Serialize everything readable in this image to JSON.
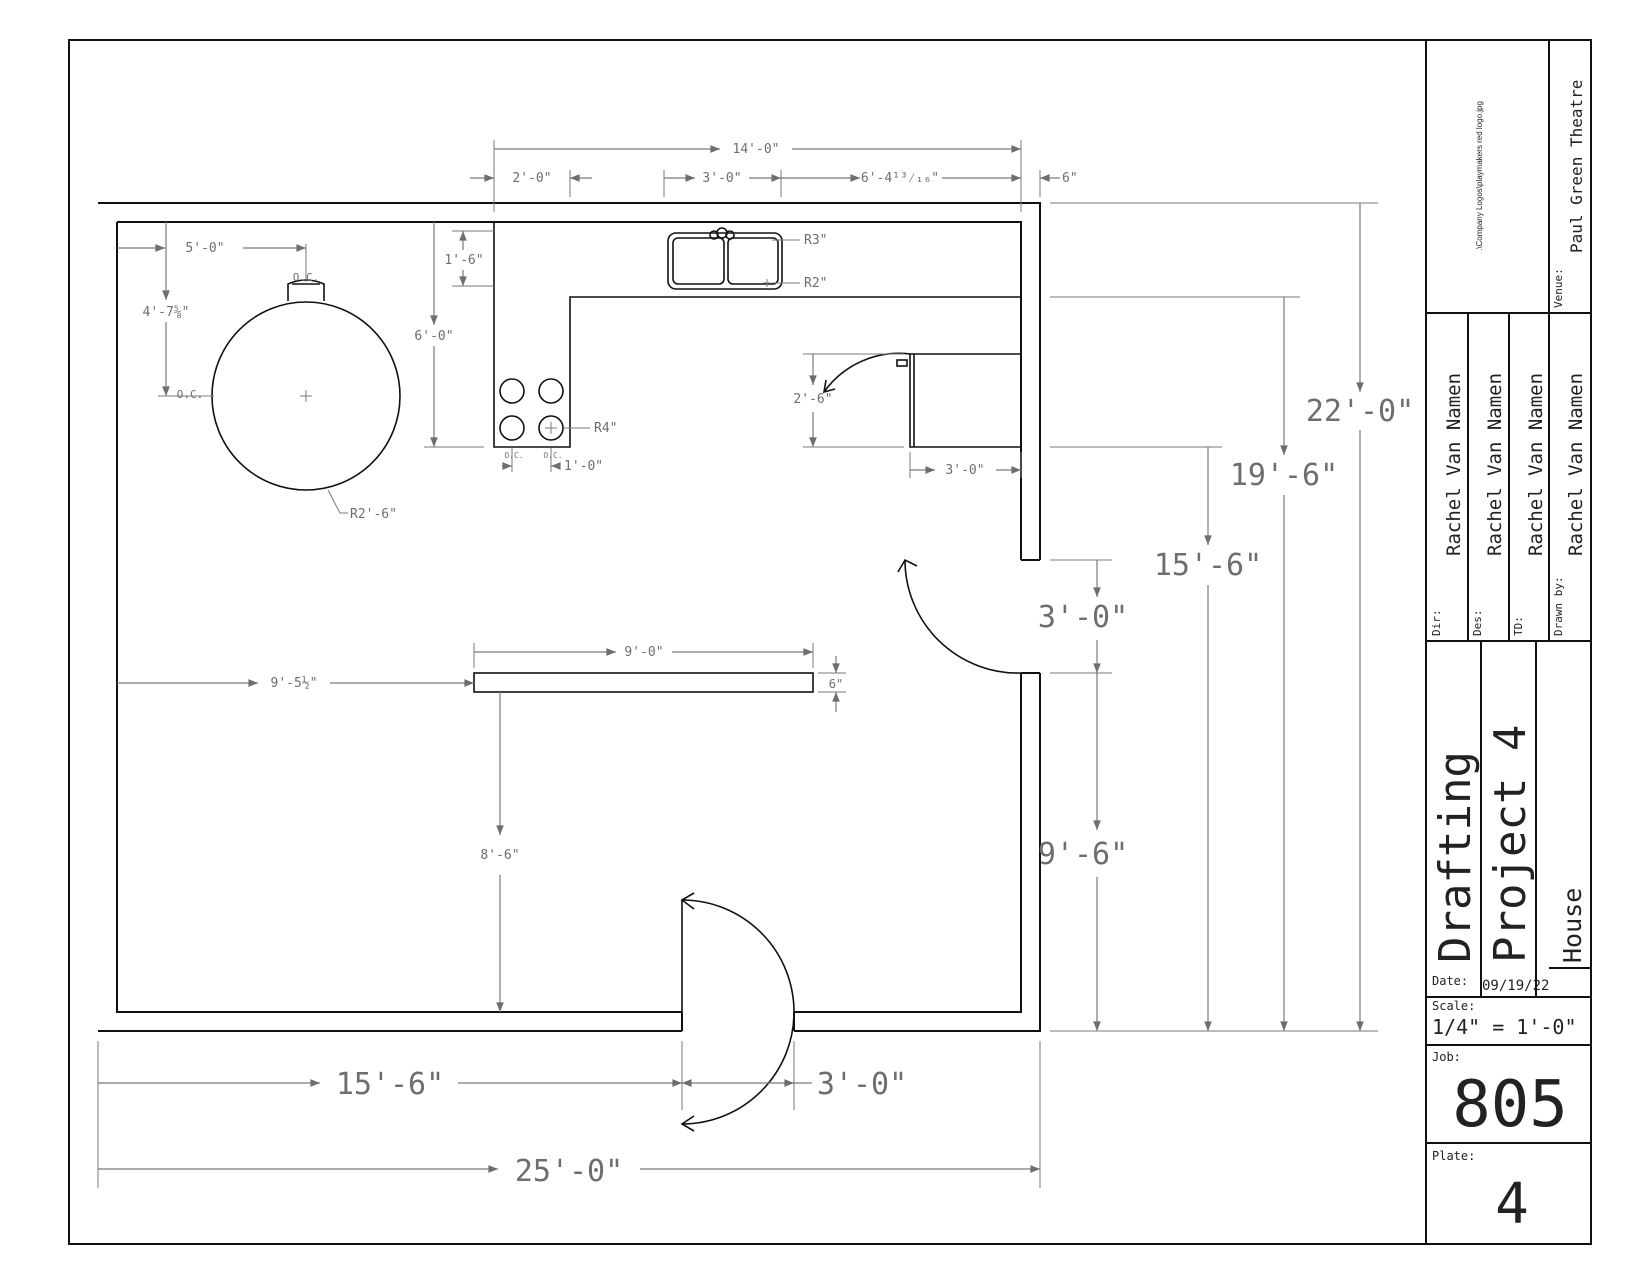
{
  "dimensions": {
    "overall_width": "25'-0\"",
    "left_wall_to_door": "15'-6\"",
    "bottom_door_width": "3'-0\"",
    "top_overall": "14'-0\"",
    "top_left_counter": "2'-0\"",
    "top_sink_offset": "3'-0\"",
    "top_sink_to_wall": "6'-4¹³⁄₁₆\"",
    "wall_thickness": "6\"",
    "height_total": "22'-0\"",
    "height_counter": "19'-6\"",
    "height_to_cabinet": "15'-6\"",
    "side_door_width": "3'-0\"",
    "side_door_to_floor": "9'-6\"",
    "counter_depth": "1'-6\"",
    "counter_leg": "6'-0\"",
    "table_offset_x": "5'-0\"",
    "table_offset_y": "4'-7⅝\"",
    "table_radius": "R2'-6\"",
    "oc_label": "O.C.",
    "sink_radius_outer": "R3\"",
    "sink_radius_inner": "R2\"",
    "burner_radius": "R4\"",
    "burner_spacing": "1'-0\"",
    "fridge_door": "2'-6\"",
    "fridge_width": "3'-0\"",
    "partition_length": "9'-0\"",
    "partition_thickness": "6\"",
    "partition_offset": "9'-5½\"",
    "partition_to_floor": "8'-6\""
  },
  "title_block": {
    "logo_path": ".\\Company Logos\\playmakers red logo.jpg",
    "venue_label": "Venue:",
    "venue": "Paul Green Theatre",
    "dir_label": "Dir:",
    "dir": "Rachel Van Namen",
    "des_label": "Des:",
    "des": "Rachel Van Namen",
    "td_label": "TD:",
    "td": "Rachel Van Namen",
    "drawn_label": "Drawn by:",
    "drawn": "Rachel Van Namen",
    "title_1": "Drafting",
    "title_2": "Project 4",
    "title_3": "House",
    "date_label": "Date:",
    "date": "09/19/22",
    "scale_label": "Scale:",
    "scale": "1/4\" = 1'-0\"",
    "job_label": "Job:",
    "job": "805",
    "plate_label": "Plate:",
    "plate": "4"
  }
}
